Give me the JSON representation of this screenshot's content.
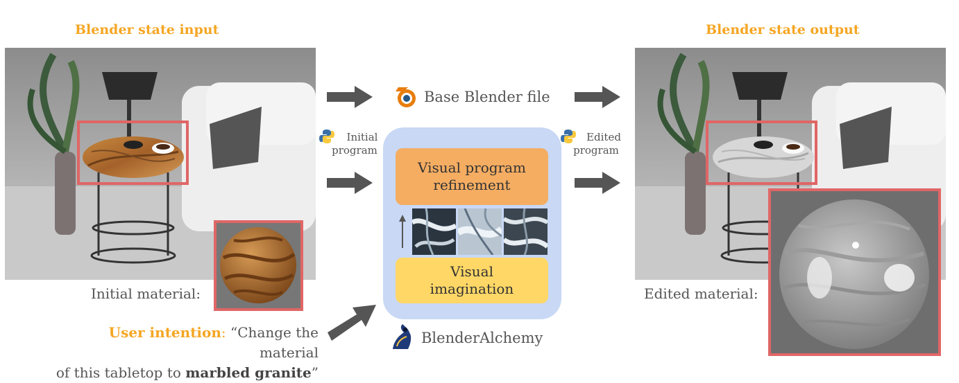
{
  "input_panel": {
    "heading": "Blender state input",
    "material_label": "Initial material:"
  },
  "output_panel": {
    "heading": "Blender state output",
    "material_label": "Edited material:"
  },
  "base_file": {
    "label": "Base Blender file",
    "icon": "blender-logo-icon"
  },
  "initial_program": {
    "line1": "Initial",
    "line2": "program",
    "icon": "python-logo-icon"
  },
  "edited_program": {
    "line1": "Edited",
    "line2": "program",
    "icon": "python-logo-icon"
  },
  "pipeline": {
    "refinement": "Visual program refinement",
    "imagination": "Visual imagination",
    "name": "BlenderAlchemy"
  },
  "user_intention": {
    "prefix": "User intention",
    "colon": ":",
    "text_a": " “Change the material",
    "text_b": "of this tabletop to ",
    "emphasis": "marbled granite",
    "text_c": "”"
  },
  "colors": {
    "accent": "#f5a623",
    "highlight": "#e06666",
    "arrow": "#555555",
    "alchemy_bg": "#c8d8f5",
    "refinement_bg": "#f5ad62",
    "imagination_bg": "#fed766"
  }
}
